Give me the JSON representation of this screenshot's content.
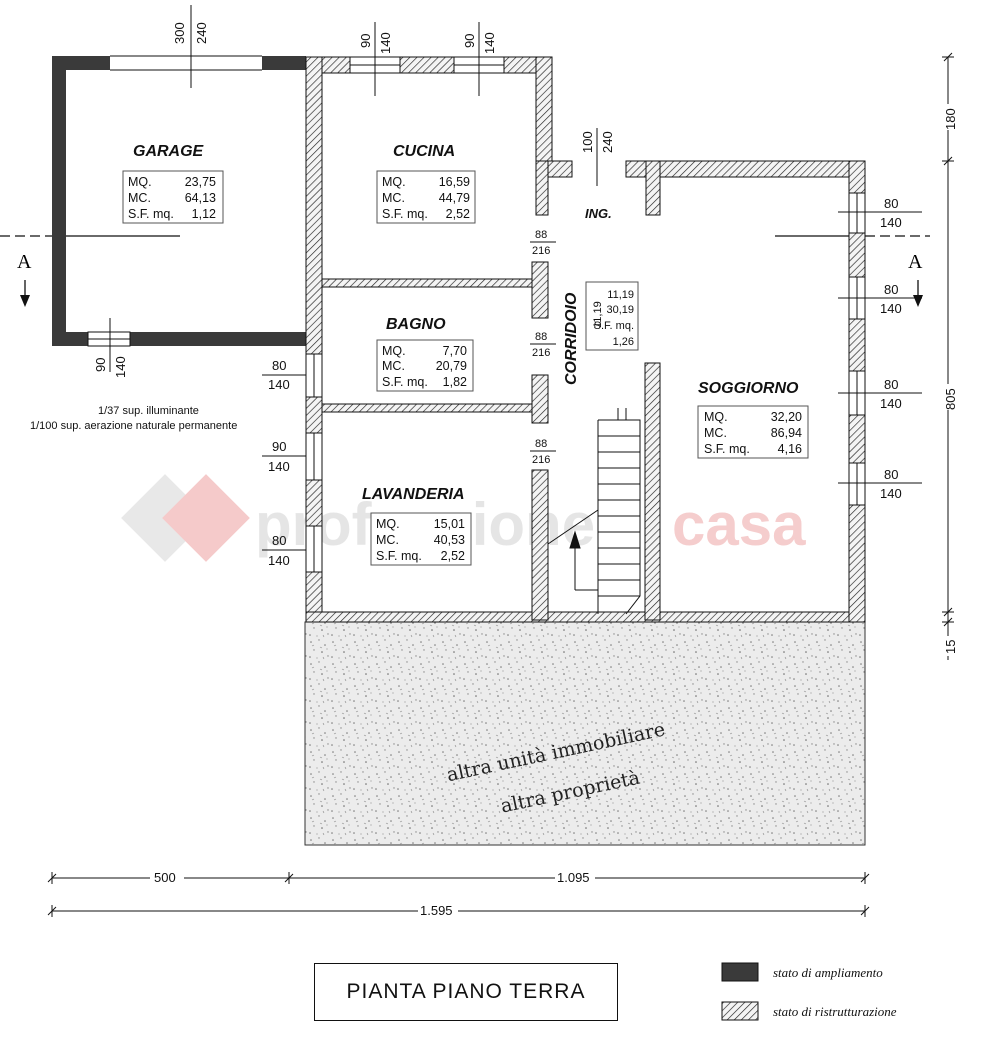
{
  "title": "PIANTA PIANO TERRA",
  "watermark": "professionecasa",
  "rooms": {
    "garage": {
      "name": "GARAGE",
      "mq": "23,75",
      "mc": "64,13",
      "sf": "1,12"
    },
    "cucina": {
      "name": "CUCINA",
      "mq": "16,59",
      "mc": "44,79",
      "sf": "2,52"
    },
    "bagno": {
      "name": "BAGNO",
      "mq": "7,70",
      "mc": "20,79",
      "sf": "1,82"
    },
    "lavanderia": {
      "name": "LAVANDERIA",
      "mq": "15,01",
      "mc": "40,53",
      "sf": "2,52"
    },
    "soggiorno": {
      "name": "SOGGIORNO",
      "mq": "32,20",
      "mc": "86,94",
      "sf": "4,16"
    },
    "corridoio": {
      "name": "CORRIDOIO",
      "side": "11,19",
      "mq": "11,19",
      "mc": "30,19",
      "sf_label": "S.F. mq.",
      "sf": "1,26"
    },
    "ingresso": {
      "name": "ING."
    }
  },
  "labels": {
    "mq": "MQ.",
    "mc": "MC.",
    "sf": "S.F. mq."
  },
  "openings": {
    "garage_top": [
      "300",
      "240"
    ],
    "garage_bottom": [
      "90",
      "140"
    ],
    "cucina_win1": [
      "90",
      "140"
    ],
    "cucina_win2": [
      "90",
      "140"
    ],
    "entrance": [
      "100",
      "240"
    ],
    "bagno_win": [
      "80",
      "140"
    ],
    "lav_win1": [
      "90",
      "140"
    ],
    "lav_win2": [
      "80",
      "140"
    ],
    "door1": [
      "88",
      "216"
    ],
    "door2": [
      "88",
      "216"
    ],
    "door3": [
      "88",
      "216"
    ],
    "sog_win1": [
      "80",
      "140"
    ],
    "sog_win2": [
      "80",
      "140"
    ],
    "sog_win3": [
      "80",
      "140"
    ],
    "sog_win4": [
      "80",
      "140"
    ]
  },
  "section_marker": "A",
  "notes": [
    "1/37  sup. illuminante",
    "1/100 sup. aerazione naturale permanente"
  ],
  "other_unit": [
    "altra unità immobiliare",
    "altra proprietà"
  ],
  "dimensions": {
    "d500": "500",
    "d1095": "1.095",
    "d1595": "1.595",
    "v180": "180",
    "v805": "805",
    "v15": "15"
  },
  "legend": [
    {
      "label": "stato di ampliamento",
      "color": "#3a3a3a"
    },
    {
      "label": "stato di ristrutturazione",
      "color": "hatch"
    }
  ]
}
